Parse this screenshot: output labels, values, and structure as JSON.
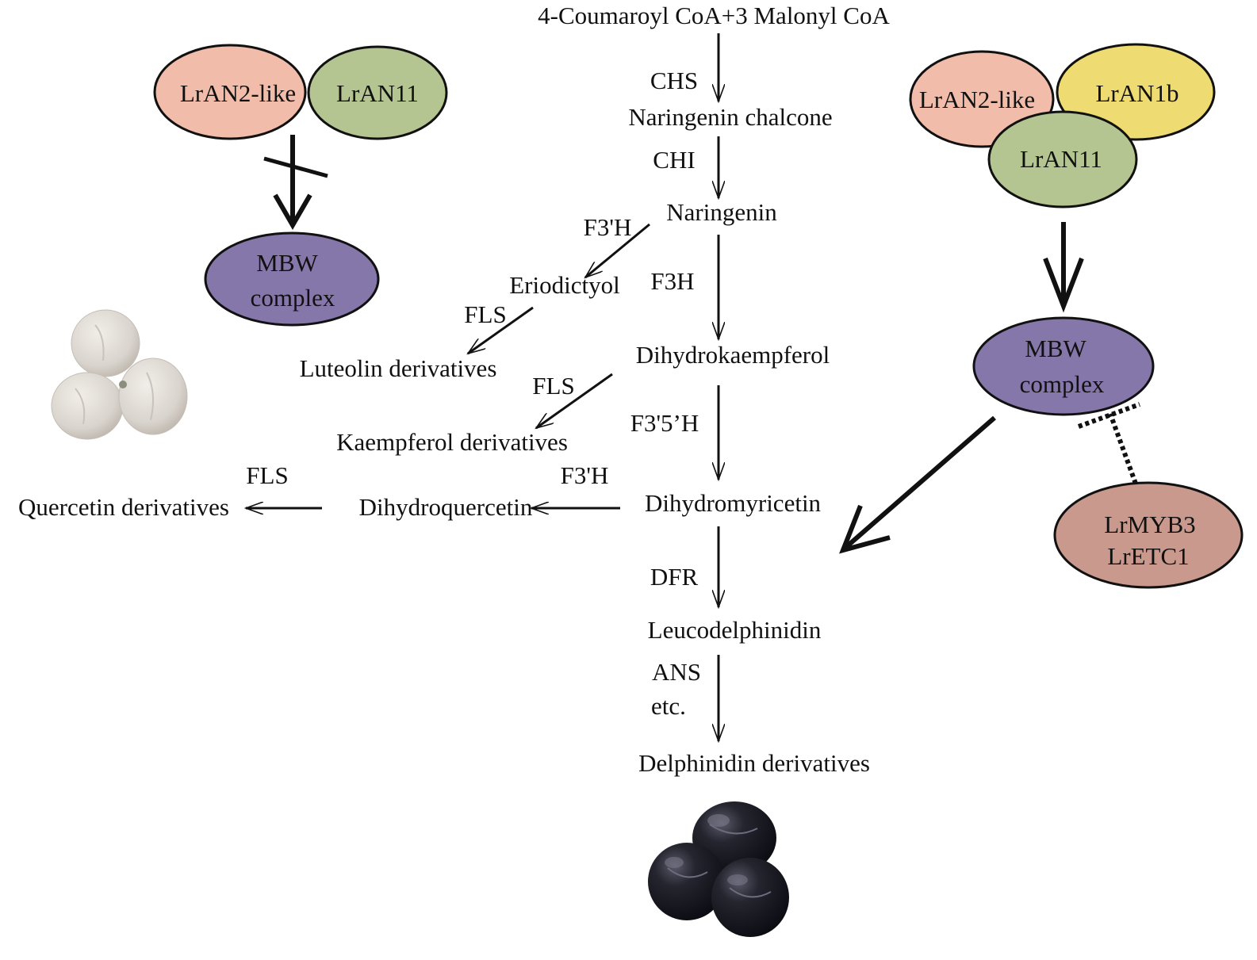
{
  "pathway": {
    "start": "4-Coumaroyl CoA+3 Malonyl CoA",
    "naringenin_chalcone": "Naringenin chalcone",
    "naringenin": "Naringenin",
    "eriodictyol": "Eriodictyol",
    "luteolin": "Luteolin derivatives",
    "dihydrokaempferol": "Dihydrokaempferol",
    "kaempferol": "Kaempferol derivatives",
    "dihydromyricetin": "Dihydromyricetin",
    "dihydroquercetin": "Dihydroquercetin",
    "quercetin": "Quercetin derivatives",
    "leucodelphinidin": "Leucodelphinidin",
    "delphinidin": "Delphinidin derivatives"
  },
  "enzymes": {
    "chs": "CHS",
    "chi": "CHI",
    "f3h_prime_1": "F3'H",
    "f3h": "F3H",
    "fls_1": "FLS",
    "fls_2": "FLS",
    "f3_5h": "F3'5’H",
    "f3h_prime_2": "F3'H",
    "fls_3": "FLS",
    "dfr": "DFR",
    "ans": "ANS",
    "etc": "etc."
  },
  "left_complex": {
    "lran2": "LrAN2-like",
    "lran11": "LrAN11",
    "mbw_line1": "MBW",
    "mbw_line2": "complex"
  },
  "right_complex": {
    "lran2": "LrAN2-like",
    "lran1b": "LrAN1b",
    "lran11": "LrAN11",
    "mbw_line1": "MBW",
    "mbw_line2": "complex",
    "repressor_line1": "LrMYB3",
    "repressor_line2": "LrETC1"
  },
  "colors": {
    "an2_like": "#f1bdaa",
    "an11": "#b4c591",
    "an1b": "#eedb72",
    "mbw": "#8677aa",
    "repressor": "#c8998c",
    "line": "#111111",
    "white_berry": "#dedad4",
    "black_berry": "#1c1c26"
  }
}
